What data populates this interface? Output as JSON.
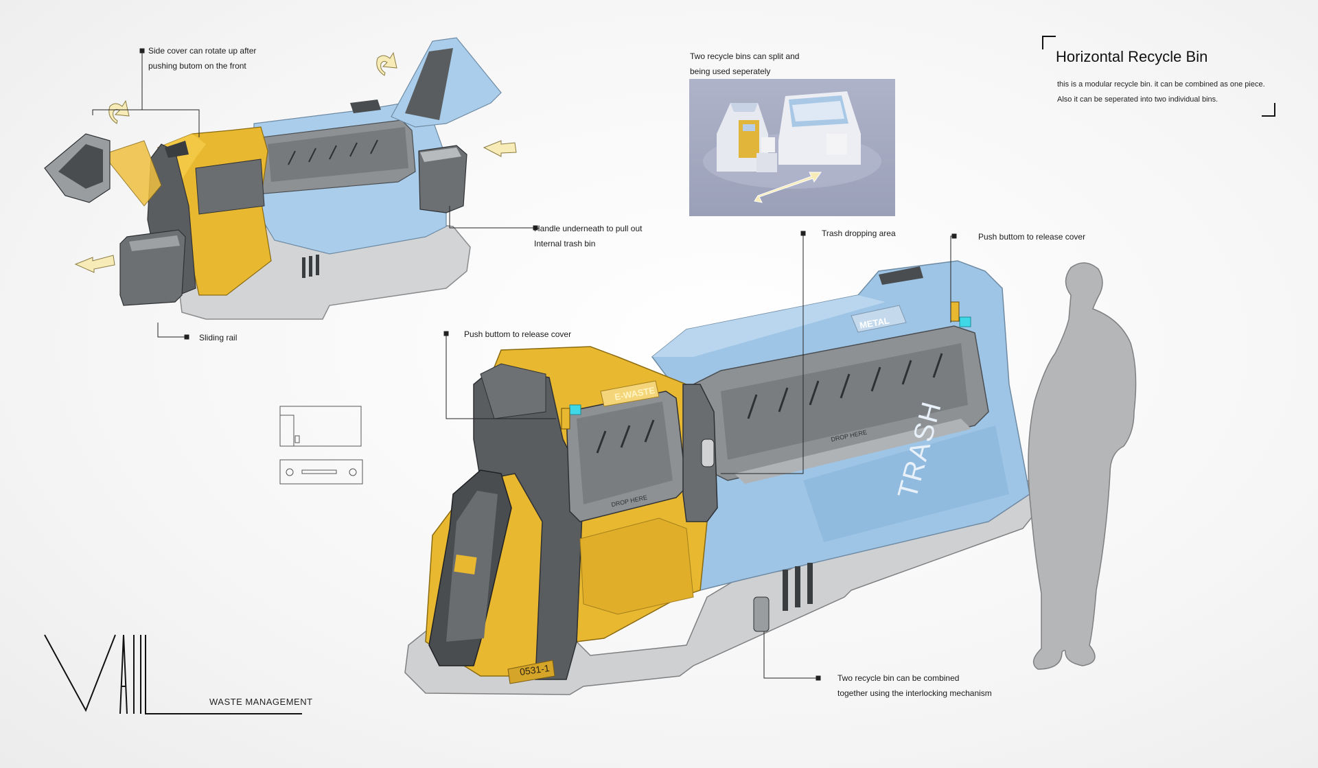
{
  "title": {
    "heading": "Horizontal Recycle Bin",
    "description": "this is a modular recycle bin. it can be combined as one piece. Also it can be seperated into two individual bins."
  },
  "annotations": {
    "side_cover": [
      "Side cover can rotate up after",
      "pushing butom on the front"
    ],
    "split_bins": [
      "Two recycle bins can split and",
      "being used seperately"
    ],
    "handle": [
      "Handle underneath to pull out",
      "Internal trash bin"
    ],
    "sliding_rail": "Sliding rail",
    "trash_drop": "Trash dropping area",
    "push_button_right": "Push buttom to release cover",
    "push_button_left": "Push buttom to release cover",
    "interlock": [
      "Two recycle bin can be combined",
      "together using the interlocking mechanism"
    ]
  },
  "bin_labels": {
    "ewaste": "E-WASTE",
    "metal": "METAL",
    "trash": "TRASH",
    "drop_here_left": "DROP HERE",
    "drop_here_right": "DROP HERE",
    "serial": "0531-1"
  },
  "brand": {
    "logo_text": "VAIL",
    "caption": "WASTE MANAGEMENT"
  },
  "colors": {
    "yellow": "#e8b830",
    "blue": "#9ec5e6",
    "gray": "#7a7d80",
    "dark": "#4a4d50",
    "rail": "#c8c9cb",
    "cyan_light": "#3fd8e6"
  }
}
